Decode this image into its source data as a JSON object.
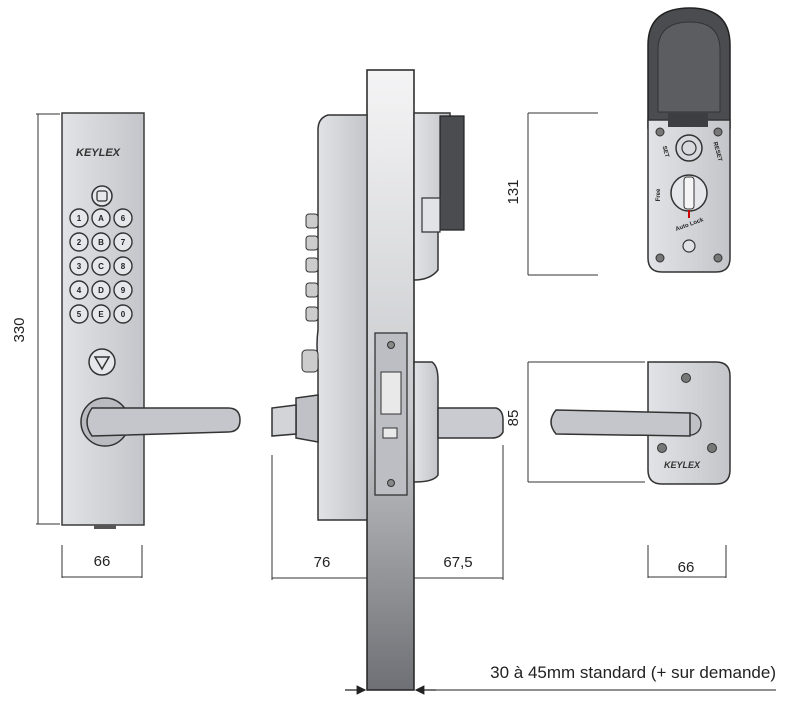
{
  "brand": "KEYLEX",
  "keypad": {
    "rows": [
      [
        "1",
        "A",
        "6"
      ],
      [
        "2",
        "B",
        "7"
      ],
      [
        "3",
        "C",
        "8"
      ],
      [
        "4",
        "D",
        "9"
      ],
      [
        "5",
        "E",
        "0"
      ]
    ]
  },
  "dimensions": {
    "height": "330",
    "front_width": "66",
    "interior_depth": "76",
    "exterior_depth": "67,5",
    "cylinder_height": "131",
    "rose_height": "85",
    "back_width": "66",
    "door_thickness": "30 à 45mm standard (+ sur demande)"
  },
  "cylinder_labels": {
    "set": "SET",
    "reset": "RESET",
    "free": "Free",
    "auto_lock": "Auto Lock"
  },
  "colors": {
    "metal": "#cfd1d6",
    "metal_dark": "#a9acb3",
    "outline": "#3b3b3b",
    "cover": "#4a4c50",
    "door": "#d9dadd"
  }
}
